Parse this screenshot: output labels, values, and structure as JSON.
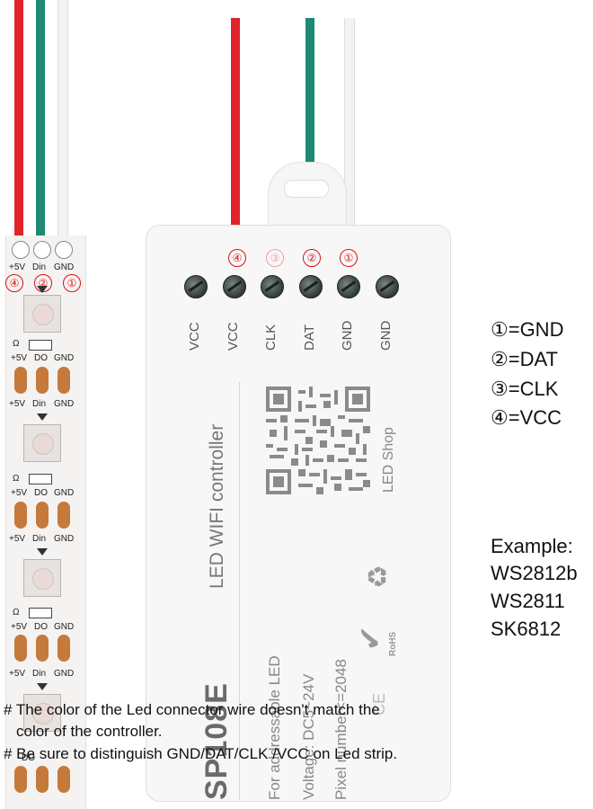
{
  "strip": {
    "top_labels": {
      "vcc": "+5V",
      "din": "Din",
      "gnd": "GND"
    },
    "mid_labels": {
      "vcc": "+5V",
      "dout": "DO",
      "gnd": "GND"
    },
    "numbers": [
      "④",
      "②",
      "①"
    ],
    "resistor": "Ω"
  },
  "controller": {
    "terminal_numbers": [
      "④",
      "③",
      "②",
      "①"
    ],
    "terminals": [
      "VCC",
      "VCC",
      "CLK",
      "DAT",
      "GND",
      "GND"
    ],
    "model": "SP108E",
    "title": "LED WIFI controller",
    "spec_for": "For addressable LED",
    "spec_voltage": "Voltage: DC5~24V",
    "spec_pixels": "Pixel number<=2048",
    "shop": "LED Shop",
    "rohs": "RoHS",
    "ce": "CE"
  },
  "legend": {
    "items": [
      "①=GND",
      "②=DAT",
      "③=CLK",
      "④=VCC"
    ],
    "example_title": "Example:",
    "examples": [
      "WS2812b",
      "WS2811",
      "SK6812"
    ]
  },
  "notes": {
    "line1": "# The color of the Led connector wire doesn't match the",
    "line2": "color of the controller.",
    "line3": "# Be sure to distinguish GND/DAT/CLK /VCC on Led strip."
  },
  "colors": {
    "red_wire": "#e0242a",
    "green_wire": "#1e8a72",
    "white_wire": "#f4f4f4",
    "pad": "#c57a3c"
  }
}
